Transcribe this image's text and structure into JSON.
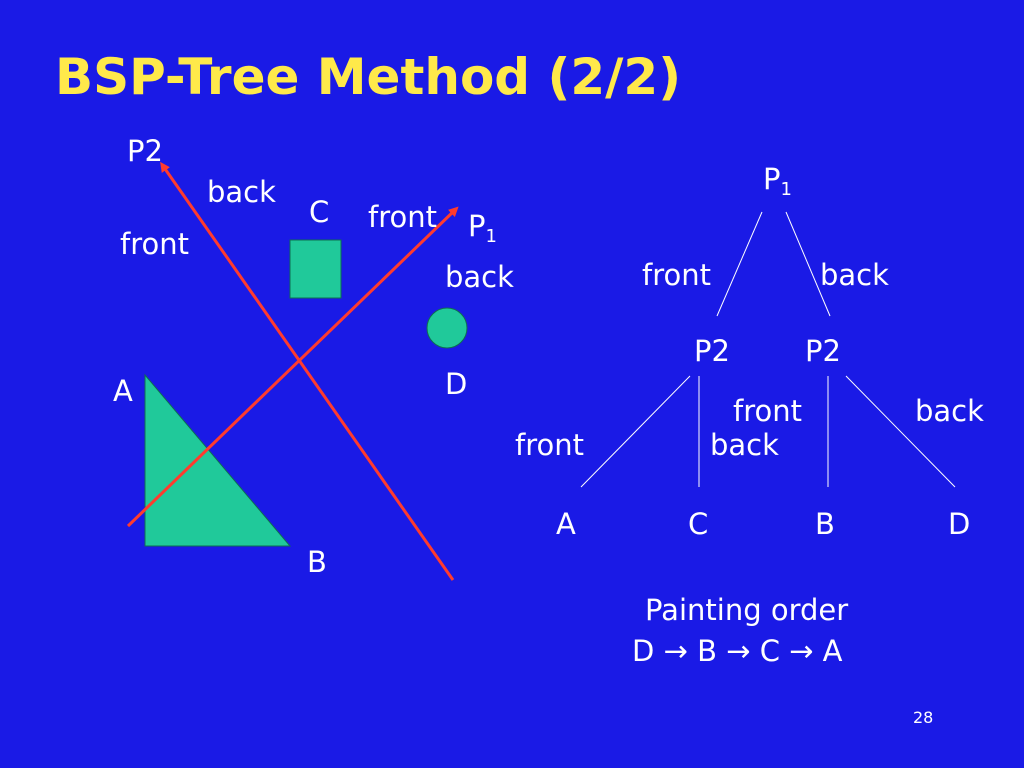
{
  "title": "BSP-Tree Method (2/2)",
  "left_diagram": {
    "p2_label": "P2",
    "p2_back": "back",
    "p2_front": "front",
    "p1_label": "P",
    "p1_sub": "1",
    "p1_front": "front",
    "p1_back": "back",
    "obj_a": "A",
    "obj_b": "B",
    "obj_c": "C",
    "obj_d": "D"
  },
  "tree": {
    "root": "P",
    "root_sub": "1",
    "root_front": "front",
    "root_back": "back",
    "node_left": "P2",
    "node_right": "P2",
    "left_front": "front",
    "left_back": "back",
    "right_front": "front",
    "right_back": "back",
    "leaves": [
      "A",
      "C",
      "B",
      "D"
    ]
  },
  "painting": {
    "label": "Painting order",
    "order": "D → B → C → A"
  },
  "slide_number": "28",
  "colors": {
    "background": "#1a1ae6",
    "title": "#ffe94a",
    "planes": "#ff3b2e",
    "objects": "#20c99a"
  }
}
